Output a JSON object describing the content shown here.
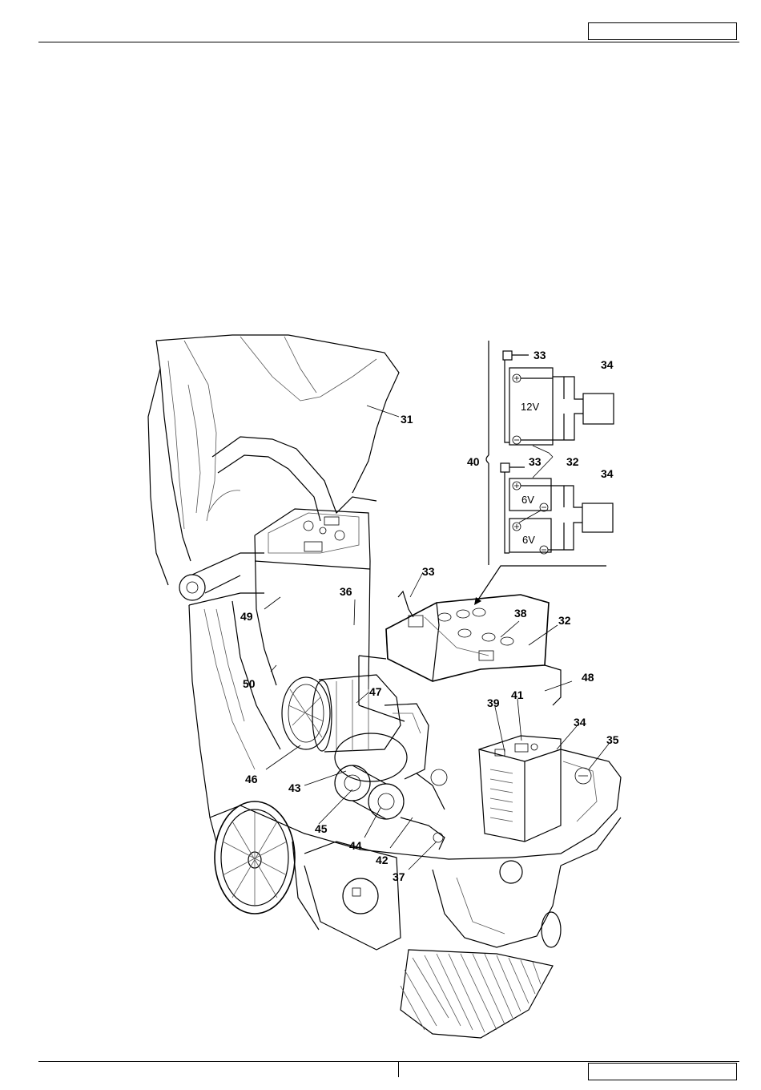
{
  "callouts": {
    "c31": "31",
    "c33a": "33",
    "c34a": "34",
    "c40": "40",
    "c33b": "33",
    "c32a": "32",
    "c34b": "34",
    "c33c": "33",
    "c36": "36",
    "c49": "49",
    "c38": "38",
    "c32b": "32",
    "c48": "48",
    "c50": "50",
    "c47": "47",
    "c39": "39",
    "c41": "41",
    "c34c": "34",
    "c35": "35",
    "c46": "46",
    "c43": "43",
    "c45": "45",
    "c44": "44",
    "c42": "42",
    "c37": "37"
  },
  "wiring": {
    "battery_12v_label": "12V",
    "battery_6v_top_label": "6V",
    "battery_6v_bottom_label": "6V"
  },
  "icons": {
    "plus": "plus-terminal-icon",
    "minus": "minus-terminal-icon"
  }
}
